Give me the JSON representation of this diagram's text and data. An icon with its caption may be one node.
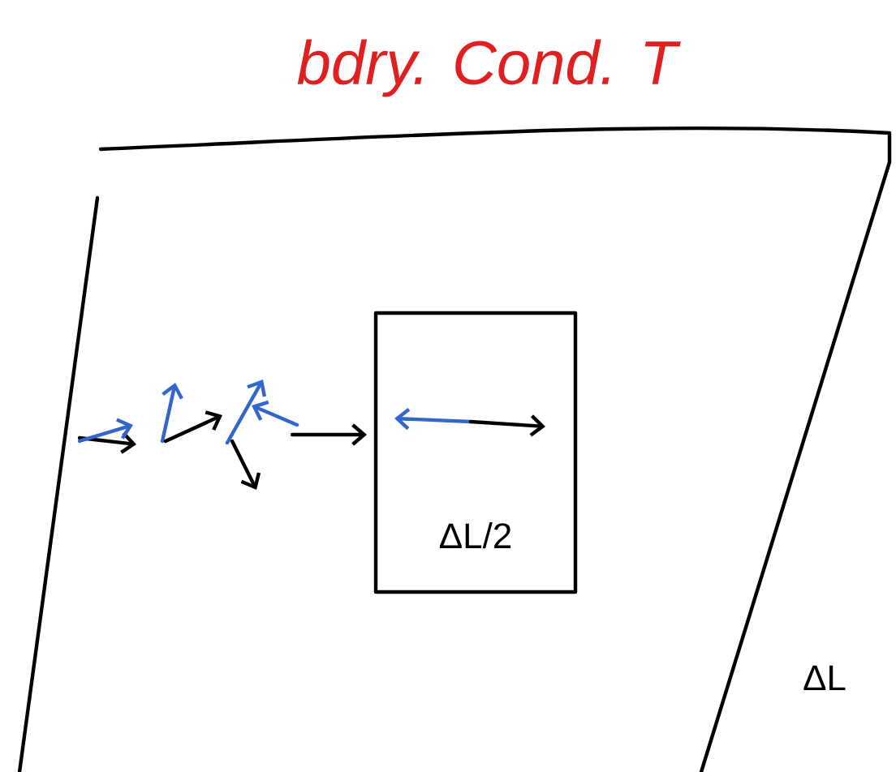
{
  "diagram": {
    "title": "bdry. Cond. T",
    "nodes": [
      {
        "text": [],
        "shape": "box"
      },
      {
        "text": [
          "ΔL/2"
        ],
        "in": 0
      }
    ],
    "edges": [],
    "labels": [
      "ΔL"
    ]
  }
}
